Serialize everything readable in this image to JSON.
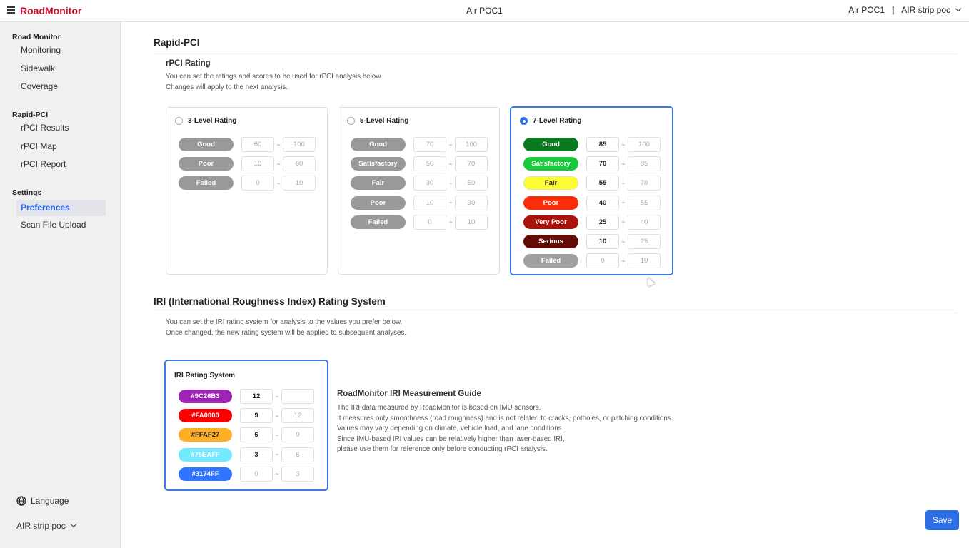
{
  "header": {
    "brand": "RoadMonitor",
    "center_title": "Air POC1",
    "project": "Air POC1",
    "separator": "|",
    "org_selector": "AIR strip poc"
  },
  "sidebar": {
    "sections": [
      {
        "title": "Road Monitor",
        "items": [
          "Monitoring",
          "Sidewalk",
          "Coverage"
        ]
      },
      {
        "title": "Rapid-PCI",
        "items": [
          "rPCI Results",
          "rPCI Map",
          "rPCI Report"
        ]
      },
      {
        "title": "Settings",
        "items": [
          "Preferences",
          "Scan File Upload"
        ]
      }
    ],
    "active_item": "Preferences",
    "language_label": "Language",
    "org_selector": "AIR strip poc"
  },
  "rapid_pci": {
    "title": "Rapid-PCI",
    "subtitle": "rPCI Rating",
    "desc_line1": "You can set the ratings and scores to be used for rPCI analysis below.",
    "desc_line2": "Changes will apply to the next analysis.",
    "options": [
      {
        "label": "3-Level Rating",
        "selected": false,
        "rows": [
          {
            "name": "Good",
            "color": "#999999",
            "from": "60",
            "to": "100"
          },
          {
            "name": "Poor",
            "color": "#999999",
            "from": "10",
            "to": "60"
          },
          {
            "name": "Failed",
            "color": "#999999",
            "from": "0",
            "to": "10"
          }
        ]
      },
      {
        "label": "5-Level Rating",
        "selected": false,
        "rows": [
          {
            "name": "Good",
            "color": "#999999",
            "from": "70",
            "to": "100"
          },
          {
            "name": "Satisfactory",
            "color": "#999999",
            "from": "50",
            "to": "70"
          },
          {
            "name": "Fair",
            "color": "#999999",
            "from": "30",
            "to": "50"
          },
          {
            "name": "Poor",
            "color": "#999999",
            "from": "10",
            "to": "30"
          },
          {
            "name": "Failed",
            "color": "#999999",
            "from": "0",
            "to": "10"
          }
        ]
      },
      {
        "label": "7-Level Rating",
        "selected": true,
        "rows": [
          {
            "name": "Good",
            "color": "#0a7a1e",
            "text": "#ffffff",
            "from": "85",
            "to": "100"
          },
          {
            "name": "Satisfactory",
            "color": "#19c83c",
            "text": "#ffffff",
            "from": "70",
            "to": "85"
          },
          {
            "name": "Fair",
            "color": "#fdfd36",
            "text": "#222222",
            "from": "55",
            "to": "70"
          },
          {
            "name": "Poor",
            "color": "#fa2d0a",
            "text": "#ffffff",
            "from": "40",
            "to": "55"
          },
          {
            "name": "Very Poor",
            "color": "#a8140a",
            "text": "#ffffff",
            "from": "25",
            "to": "40"
          },
          {
            "name": "Serious",
            "color": "#640a05",
            "text": "#ffffff",
            "from": "10",
            "to": "25"
          },
          {
            "name": "Failed",
            "color": "#a0a0a0",
            "text": "#ffffff",
            "from": "0",
            "to": "10"
          }
        ]
      }
    ]
  },
  "iri": {
    "title": "IRI (International Roughness Index) Rating System",
    "desc_line1": "You can set the IRI rating system for analysis to the values you prefer below.",
    "desc_line2": "Once changed, the new rating system will be applied to subsequent analyses.",
    "card_title": "IRI Rating System",
    "rows": [
      {
        "name": "#9C26B3",
        "color": "#9C26B3",
        "text": "#ffffff",
        "from": "12",
        "to": ""
      },
      {
        "name": "#FA0000",
        "color": "#FA0000",
        "text": "#ffffff",
        "from": "9",
        "to": "12"
      },
      {
        "name": "#FFAF27",
        "color": "#FFAF27",
        "text": "#222222",
        "from": "6",
        "to": "9"
      },
      {
        "name": "#75EAFF",
        "color": "#75EAFF",
        "text": "#ffffff",
        "from": "3",
        "to": "6"
      },
      {
        "name": "#3174FF",
        "color": "#3174FF",
        "text": "#ffffff",
        "from": "0",
        "to": "3"
      }
    ],
    "guide": {
      "title": "RoadMonitor IRI Measurement Guide",
      "lines": [
        "The IRI data measured by RoadMonitor is based on IMU sensors.",
        "It measures only smoothness (road roughness) and is not related to cracks, potholes, or patching conditions.",
        "Values may vary depending on climate, vehicle load, and lane conditions.",
        "Since IMU-based IRI values can be relatively higher than laser-based IRI,",
        "please use them for reference only before conducting rPCI analysis."
      ]
    }
  },
  "actions": {
    "save_label": "Save"
  },
  "colors": {
    "accent": "#2f6fe6",
    "brand": "#c8102e"
  }
}
